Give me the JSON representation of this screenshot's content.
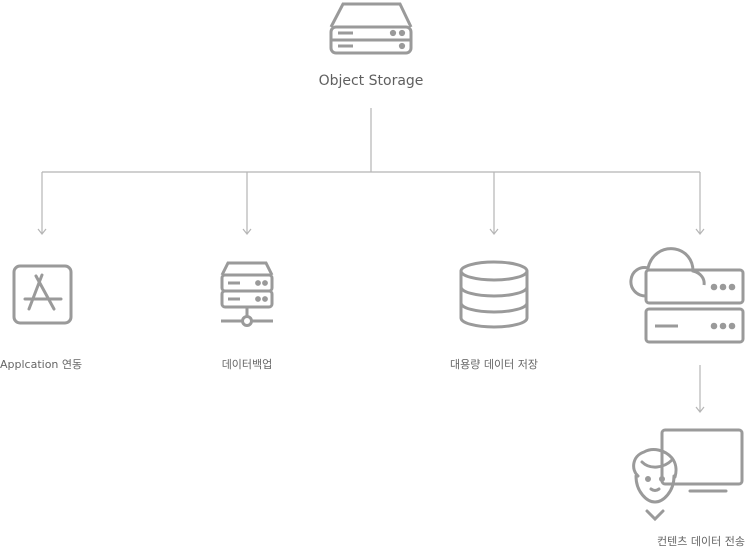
{
  "root": {
    "label": "Object Storage",
    "icon": "server-icon"
  },
  "children": [
    {
      "label": "Applcation 연동",
      "icon": "app-store-icon"
    },
    {
      "label": "데이터백업",
      "icon": "network-server-icon"
    },
    {
      "label": "대용량 데이터 저장",
      "icon": "database-icon"
    },
    {
      "label": "",
      "icon": "cloud-server-icon"
    }
  ],
  "leaf": {
    "label": "컨텐츠 데이터 전송",
    "icon": "user-monitor-icon"
  },
  "colors": {
    "stroke": "#9a9a9a",
    "connector": "#b5b5b5",
    "text": "#666666"
  }
}
